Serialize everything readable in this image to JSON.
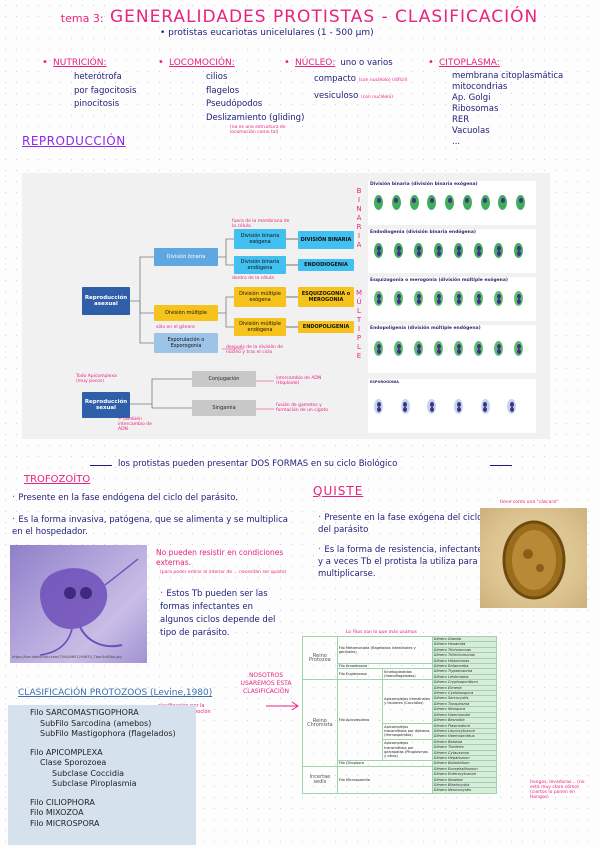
{
  "header": {
    "tema": "tema 3:",
    "title": "GENERALIDADES PROTISTAS - CLASIFICACIÓN",
    "subtitle": "• protistas eucariotas unicelulares (1 - 500 μm)"
  },
  "columns": {
    "nutricion": {
      "head": "NUTRICIÓN:",
      "items": [
        "heterótrofa",
        "por fagocitosis",
        "pinocitosis"
      ]
    },
    "locomocion": {
      "head": "LOCOMOCIÓN:",
      "items": [
        "cilios",
        "flagelos",
        "Pseudópodos",
        "Deslizamiento (gliding)"
      ],
      "note": "(no es una estructura de locomoción como tal)"
    },
    "nucleo": {
      "head": "NÚCLEO:",
      "head_suffix": "uno o varios",
      "items": [
        "compacto",
        "vesiculoso"
      ],
      "note_compacto": "(con nucléolo) (difícil)",
      "note_vesiculoso": "(con nucléolo)"
    },
    "citoplasma": {
      "head": "CITOPLASMA:",
      "items": [
        "membrana citoplasmática",
        "mitocondrias",
        "Ap. Golgi",
        "Ribosomas",
        "RER",
        "Vacuolas",
        "..."
      ]
    }
  },
  "reproduccion": {
    "title": "REPRODUCCIÓN",
    "diagram": {
      "root_asexual": "Reproducción asexual",
      "binaria": "División binaria",
      "multiple": "División múltiple",
      "esporulacion": "Esporulación o Esporogonia",
      "bin_exo": "División binaria exógena",
      "bin_endo": "División binaria endógena",
      "mul_exo": "División múltiple exógena",
      "mul_endo": "División múltiple endógena",
      "out_binaria": "DIVISIÓN BINARIA",
      "out_endodiogenia": "ENDODIOGENIA",
      "out_esquizogonia": "ESQUIZOGONIA o MEROGONIA",
      "out_endopoligenia": "ENDOPOLIGENIA",
      "root_sexual": "Reproducción sexual",
      "conjugacion": "Conjugación",
      "singamia": "Singamia",
      "vert_binaria": "BINARIA",
      "vert_multiple": "MÚLTIPLE",
      "p1": "División binaria (división binaria exógena)",
      "p2": "Endodiogenia (división binaria endógena)",
      "p3": "Esquizogonia o merogonia (división múltiple exógena)",
      "p4": "Endopoligenia (división múltiple endógena)",
      "p5": "ESPOROGONIA",
      "note_binexo": "fuera de la membrana de la célula",
      "note_binendo": "dentro de la célula",
      "note_sexual": "Todo Apicomplexa (muy pocos)",
      "note_sexual2": "+ también intercambio de ADN",
      "note_conj": "intercambio de ADN (Haploide)",
      "note_sing": "fusión de gametos y formación de un cigoto",
      "note_espor": "sólo en el género",
      "note_espor2": "después de la división de núcleo y tras el ciclo"
    }
  },
  "formas": {
    "banner": "los protistas pueden presentar DOS FORMAS en su ciclo Biológico",
    "trofozoito": {
      "title": "TROFOZOÍTO",
      "b1": "Presente en la fase endógena del ciclo del parásito.",
      "b2": "Es la forma invasiva, patógena, que se alimenta y se multiplica en el hospedador.",
      "note1": "No pueden resistir en condiciones externas.",
      "note2": "(para poder entrar al interior de ... necesitan ser quiste)",
      "note3": "Estos Tb pueden ser las formas infectantes en algunos ciclos depende del tipo de parásito.",
      "photo_caption": "https://live.staticflickr.com/7004/6651294633_7bac5c806a.jpg"
    },
    "quiste": {
      "title": "QUISTE",
      "b1": "Presente en la fase exógena del ciclo del parásito",
      "b2": "Es la forma de resistencia, infectante y a veces Tb el protista la utiliza para multiplicarse.",
      "photo_caption": "tiene como una \"cáscara\""
    }
  },
  "clasificacion": {
    "title": "CLASIFICACIÓN PROTOZOOS (Levine,1980)",
    "note": "clasificación por la forma de locomoción",
    "lines": [
      "Filo SARCOMASTIGOPHORA",
      "SubFilo Sarcodina (amebos)",
      "SubFilo Mastigophora (flagelados)",
      "",
      "Filo APICOMPLEXA",
      "Clase Sporozoea",
      "Subclase Coccidia",
      "Subclase Piroplasmia",
      "",
      "Filo CILIOPHORA",
      "Filo MIXOZOA",
      "Filo MICROSPORA"
    ],
    "nosotros": "NOSOTROS USAREMOS ESTA CLASIFICACIÓN",
    "table_note": "Lo Filos son lo que más usamos",
    "bottom_note": "hongos, levaduras... (no está muy claro cómo) (ciertos lo ponen en Hongos)"
  },
  "table": {
    "reino_protozoa": "Reino Protozoa",
    "reino_chromista": "Reino Chromista",
    "incertae": "Incertae sedis",
    "rows": [
      {
        "filo": "Filo Metamonada (flagelados intestinales y genitales)",
        "sub": "",
        "gen": [
          "Género Giardia",
          "Género Hexamita",
          "Género Trichomonas",
          "Género Tritrichomonas",
          "Género Histomonas"
        ]
      },
      {
        "filo": "Filo Amoebozoa",
        "sub": "",
        "gen": [
          "Género Entamoeba"
        ]
      },
      {
        "filo": "Filo Euglenozoa",
        "sub": "Kinetoplastidos (hemoflagelados)",
        "gen": [
          "Género Trypanosoma",
          "Género Leishmania"
        ]
      },
      {
        "filo": "Filo Apicomplexa",
        "sub": "Apicomplejos intestinales y tisulares (Coccidios)",
        "gen": [
          "Género Cryptosporidium",
          "Género Eimeria",
          "Género Cystoisospora",
          "Género Sarcocystis",
          "Género Toxoplasma",
          "Género Neospora",
          "Género Hammondia",
          "Género Besnoitia"
        ]
      },
      {
        "filo": "",
        "sub": "Apicomplejos transmitidos por dípteros (Hemospóridos)",
        "gen": [
          "Género Plasmodium",
          "Género Leucocytozoon",
          "Género Haemoproteus"
        ]
      },
      {
        "filo": "",
        "sub": "Apicomplejos transmitidos por garrapatas (Piroplasmas y otros)",
        "gen": [
          "Género Babesia",
          "Género Theileria",
          "Género Cytauxzoon",
          "Género Hepatozoon"
        ]
      },
      {
        "filo": "Filo Ciliophora",
        "sub": "",
        "gen": [
          "Género Balantidium"
        ]
      },
      {
        "filo": "Filo Microsporidia",
        "sub": "",
        "gen": [
          "Género Encephalitozoon",
          "Género Enterocytozoon",
          "Género Nosema",
          "Género Blastocystis",
          "Género Neumocystis"
        ]
      }
    ]
  },
  "colors": {
    "pink": "#e8227e",
    "navy": "#1d1d7a",
    "purple": "#8a2be2"
  }
}
